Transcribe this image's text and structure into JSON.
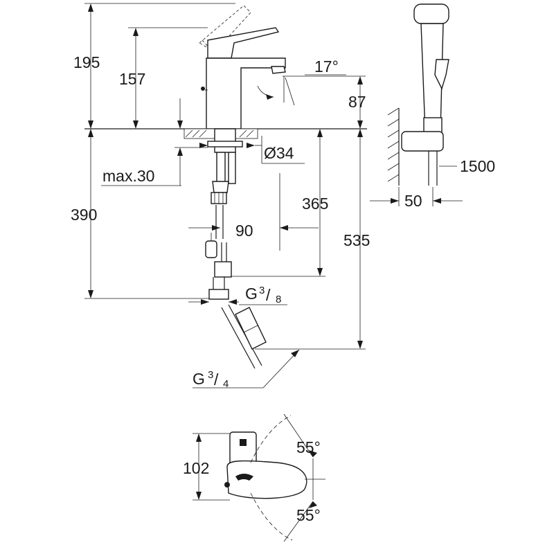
{
  "dimensions": {
    "h195": "195",
    "h157": "157",
    "angle17": "17°",
    "h87": "87",
    "d34": "Ø34",
    "max30": "max.30",
    "h365": "365",
    "h390": "390",
    "w90": "90",
    "h535": "535",
    "hose1500": "1500",
    "w50": "50",
    "w102": "102",
    "angle55_top": "55°",
    "angle55_bottom": "55°"
  },
  "threads": {
    "g38": {
      "prefix": "G",
      "num": "3",
      "den": "8"
    },
    "g34": {
      "prefix": "G",
      "num": "3",
      "den": "4"
    }
  }
}
